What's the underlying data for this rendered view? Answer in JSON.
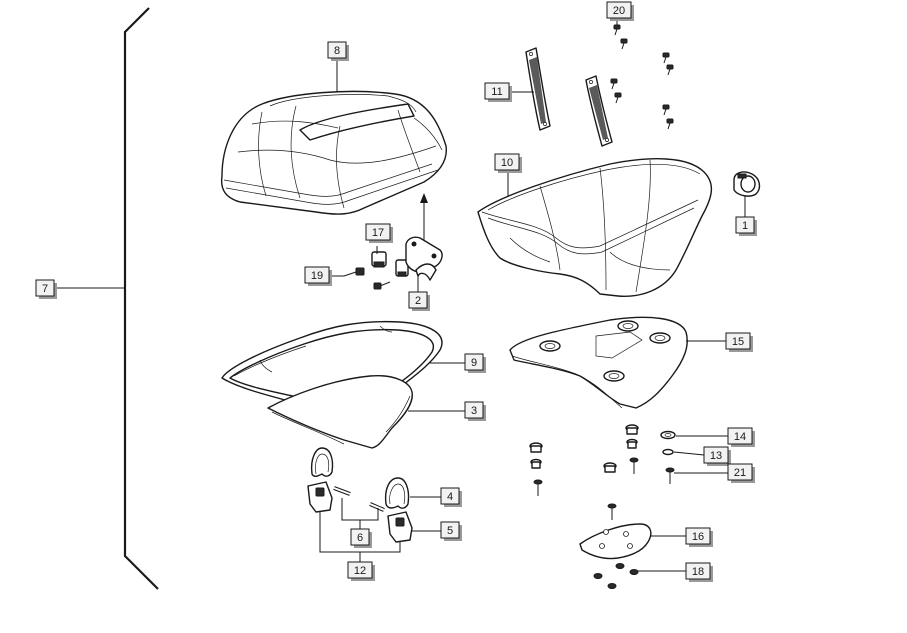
{
  "callouts": {
    "c1": "1",
    "c2": "2",
    "c3": "3",
    "c4": "4",
    "c5": "5",
    "c6": "6",
    "c7": "7",
    "c8": "8",
    "c9": "9",
    "c10": "10",
    "c11": "11",
    "c12": "12",
    "c13": "13",
    "c14": "14",
    "c15": "15",
    "c16": "16",
    "c17": "17",
    "c18": "18",
    "c19": "19",
    "c20": "20",
    "c21": "21"
  },
  "colors": {
    "line": "#1a1a1a",
    "callout_fill": "#f2f2f2",
    "callout_shadow": "#9a9a9a"
  }
}
